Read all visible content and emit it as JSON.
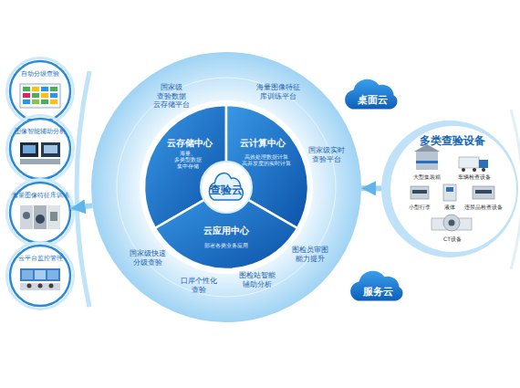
{
  "diagram": {
    "nodes": [
      {
        "text": [
          "国家级 查验数据 云存储平台",
          "海量图像特征 库训练平台",
          "国家级实时 查验平台",
          "国家级快速 分级查验",
          "口岸个性化 查验",
          "图检站智能 辅助分析",
          "图检员审图 能力提升"
        ]
      },
      {
        "text": [
          "云存储中心",
          "海量、多类型数据 集中存储"
        ],
        "in": 0
      },
      {
        "text": [
          "云计算中心",
          "高效处理数据计算 高并发度的实时计算"
        ],
        "in": 0
      },
      {
        "text": [
          "云应用中心",
          "部署各类业务应用"
        ],
        "in": 0
      },
      {
        "text": [
          "查验云"
        ],
        "in": 0
      },
      {
        "text": [
          "自动分级查验"
        ]
      },
      {
        "text": [
          "图像智能辅助分析"
        ]
      },
      {
        "text": [
          "海量图像特征库训练"
        ]
      },
      {
        "text": [
          "云平台监控管理"
        ]
      },
      {
        "text": [
          "多类查验设备",
          "大型集装箱",
          "车辆检查设备",
          "小型行李",
          "液体",
          "违禁品检查设备",
          "CT设备"
        ]
      },
      {
        "text": [
          "桌面云"
        ]
      },
      {
        "text": [
          "服务云"
        ]
      }
    ],
    "edges": [
      {
        "from": 0,
        "to": 7,
        "arrow": "to"
      },
      {
        "from": 9,
        "to": 0,
        "arrow": "to"
      }
    ]
  }
}
